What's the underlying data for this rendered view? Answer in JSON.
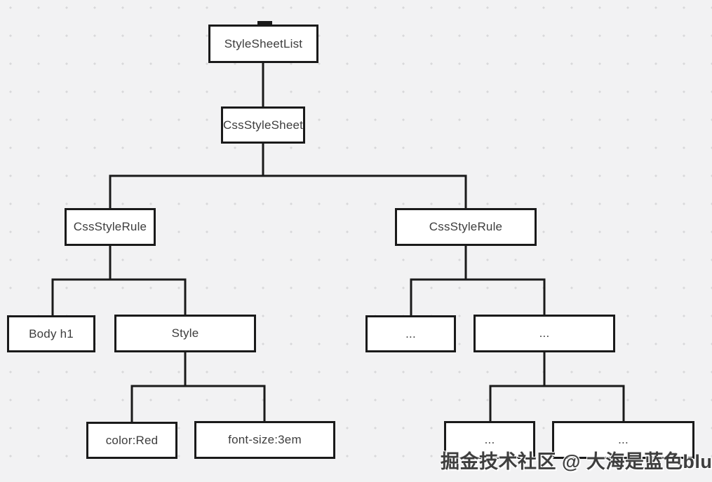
{
  "diagram": {
    "colors": {
      "background": "#f2f2f3",
      "grid_dot": "#d8d8da",
      "node_border": "#1a1a1a",
      "node_fill": "#ffffff",
      "text": "#3d3d3d"
    },
    "nodes": {
      "style_sheet_list": {
        "label": "StyleSheetList"
      },
      "css_style_sheet": {
        "label": "CssStyleSheet"
      },
      "css_style_rule_left": {
        "label": "CssStyleRule"
      },
      "css_style_rule_right": {
        "label": "CssStyleRule"
      },
      "body_h1": {
        "label": "Body h1"
      },
      "style": {
        "label": "Style"
      },
      "color_red": {
        "label": "color:Red"
      },
      "font_size_3em": {
        "label": "font-size:3em"
      },
      "ellipsis_left": {
        "label": "..."
      },
      "ellipsis_right": {
        "label": "..."
      },
      "ellipsis_bottom_left": {
        "label": "..."
      },
      "ellipsis_bottom_right": {
        "label": "..."
      }
    },
    "edges": [
      {
        "from": "style_sheet_list",
        "to": "css_style_sheet"
      },
      {
        "from": "css_style_sheet",
        "to": "css_style_rule_left"
      },
      {
        "from": "css_style_sheet",
        "to": "css_style_rule_right"
      },
      {
        "from": "css_style_rule_left",
        "to": "body_h1"
      },
      {
        "from": "css_style_rule_left",
        "to": "style"
      },
      {
        "from": "style",
        "to": "color_red"
      },
      {
        "from": "style",
        "to": "font_size_3em"
      },
      {
        "from": "css_style_rule_right",
        "to": "ellipsis_left"
      },
      {
        "from": "css_style_rule_right",
        "to": "ellipsis_right"
      },
      {
        "from": "ellipsis_right",
        "to": "ellipsis_bottom_left"
      },
      {
        "from": "ellipsis_right",
        "to": "ellipsis_bottom_right"
      }
    ],
    "watermark": {
      "text": "掘金技术社区 @ 大海是蓝色blue"
    }
  }
}
